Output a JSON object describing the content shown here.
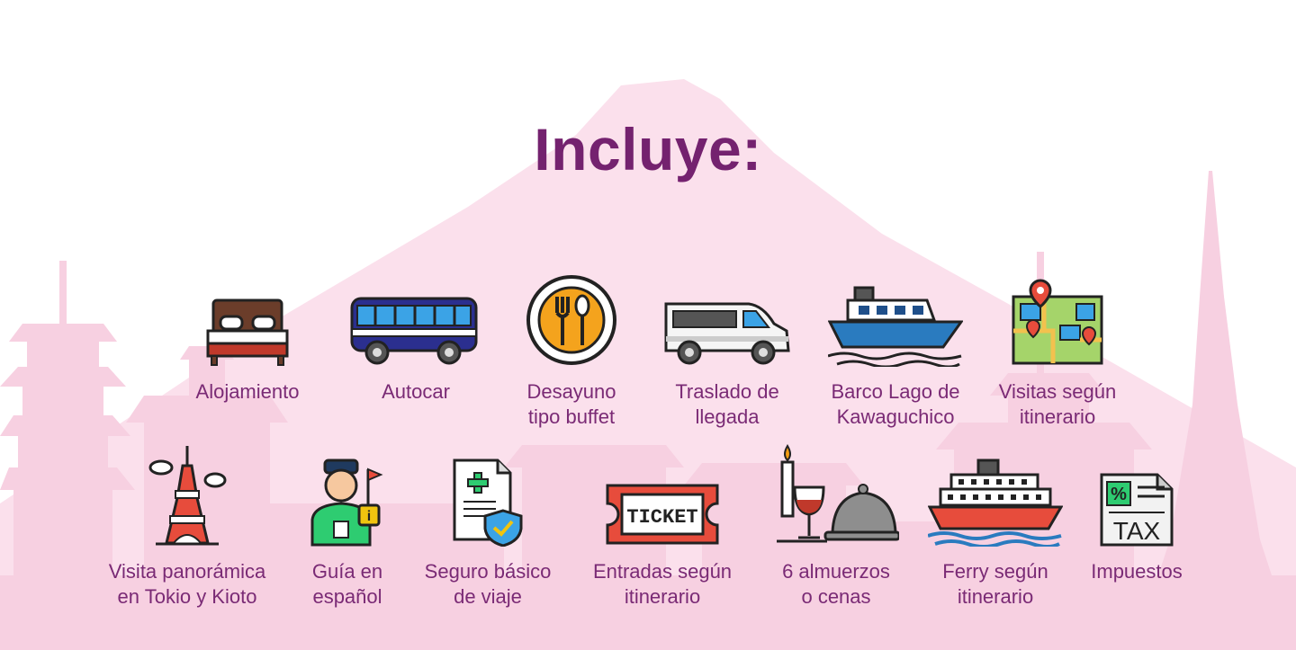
{
  "title": "Incluye:",
  "colors": {
    "title": "#74226f",
    "label": "#7a2a75",
    "background_silhouette": "#f9d6e6"
  },
  "row1": [
    {
      "label": "Alojamiento",
      "icon": "bed-icon"
    },
    {
      "label": "Autocar",
      "icon": "bus-icon"
    },
    {
      "label": "Desayuno\ntipo buffet",
      "icon": "breakfast-plate-icon"
    },
    {
      "label": "Traslado de\nllegada",
      "icon": "van-icon"
    },
    {
      "label": "Barco Lago de\nKawaguchico",
      "icon": "boat-icon"
    },
    {
      "label": "Visitas según\nitinerario",
      "icon": "map-icon"
    }
  ],
  "row2": [
    {
      "label": "Visita panorámica\nen Tokio y Kioto",
      "icon": "tokyo-tower-icon"
    },
    {
      "label": "Guía en\nespañol",
      "icon": "tour-guide-icon"
    },
    {
      "label": "Seguro básico\nde viaje",
      "icon": "insurance-document-icon"
    },
    {
      "label": "Entradas según\nitinerario",
      "icon": "ticket-icon"
    },
    {
      "label": "6 almuerzos\no cenas",
      "icon": "dinner-icon"
    },
    {
      "label": "Ferry según\nitinerario",
      "icon": "ferry-icon"
    },
    {
      "label": "Impuestos",
      "icon": "tax-document-icon"
    }
  ],
  "ticket_text": "TICKET",
  "tax_text": "TAX",
  "percent_text": "%"
}
